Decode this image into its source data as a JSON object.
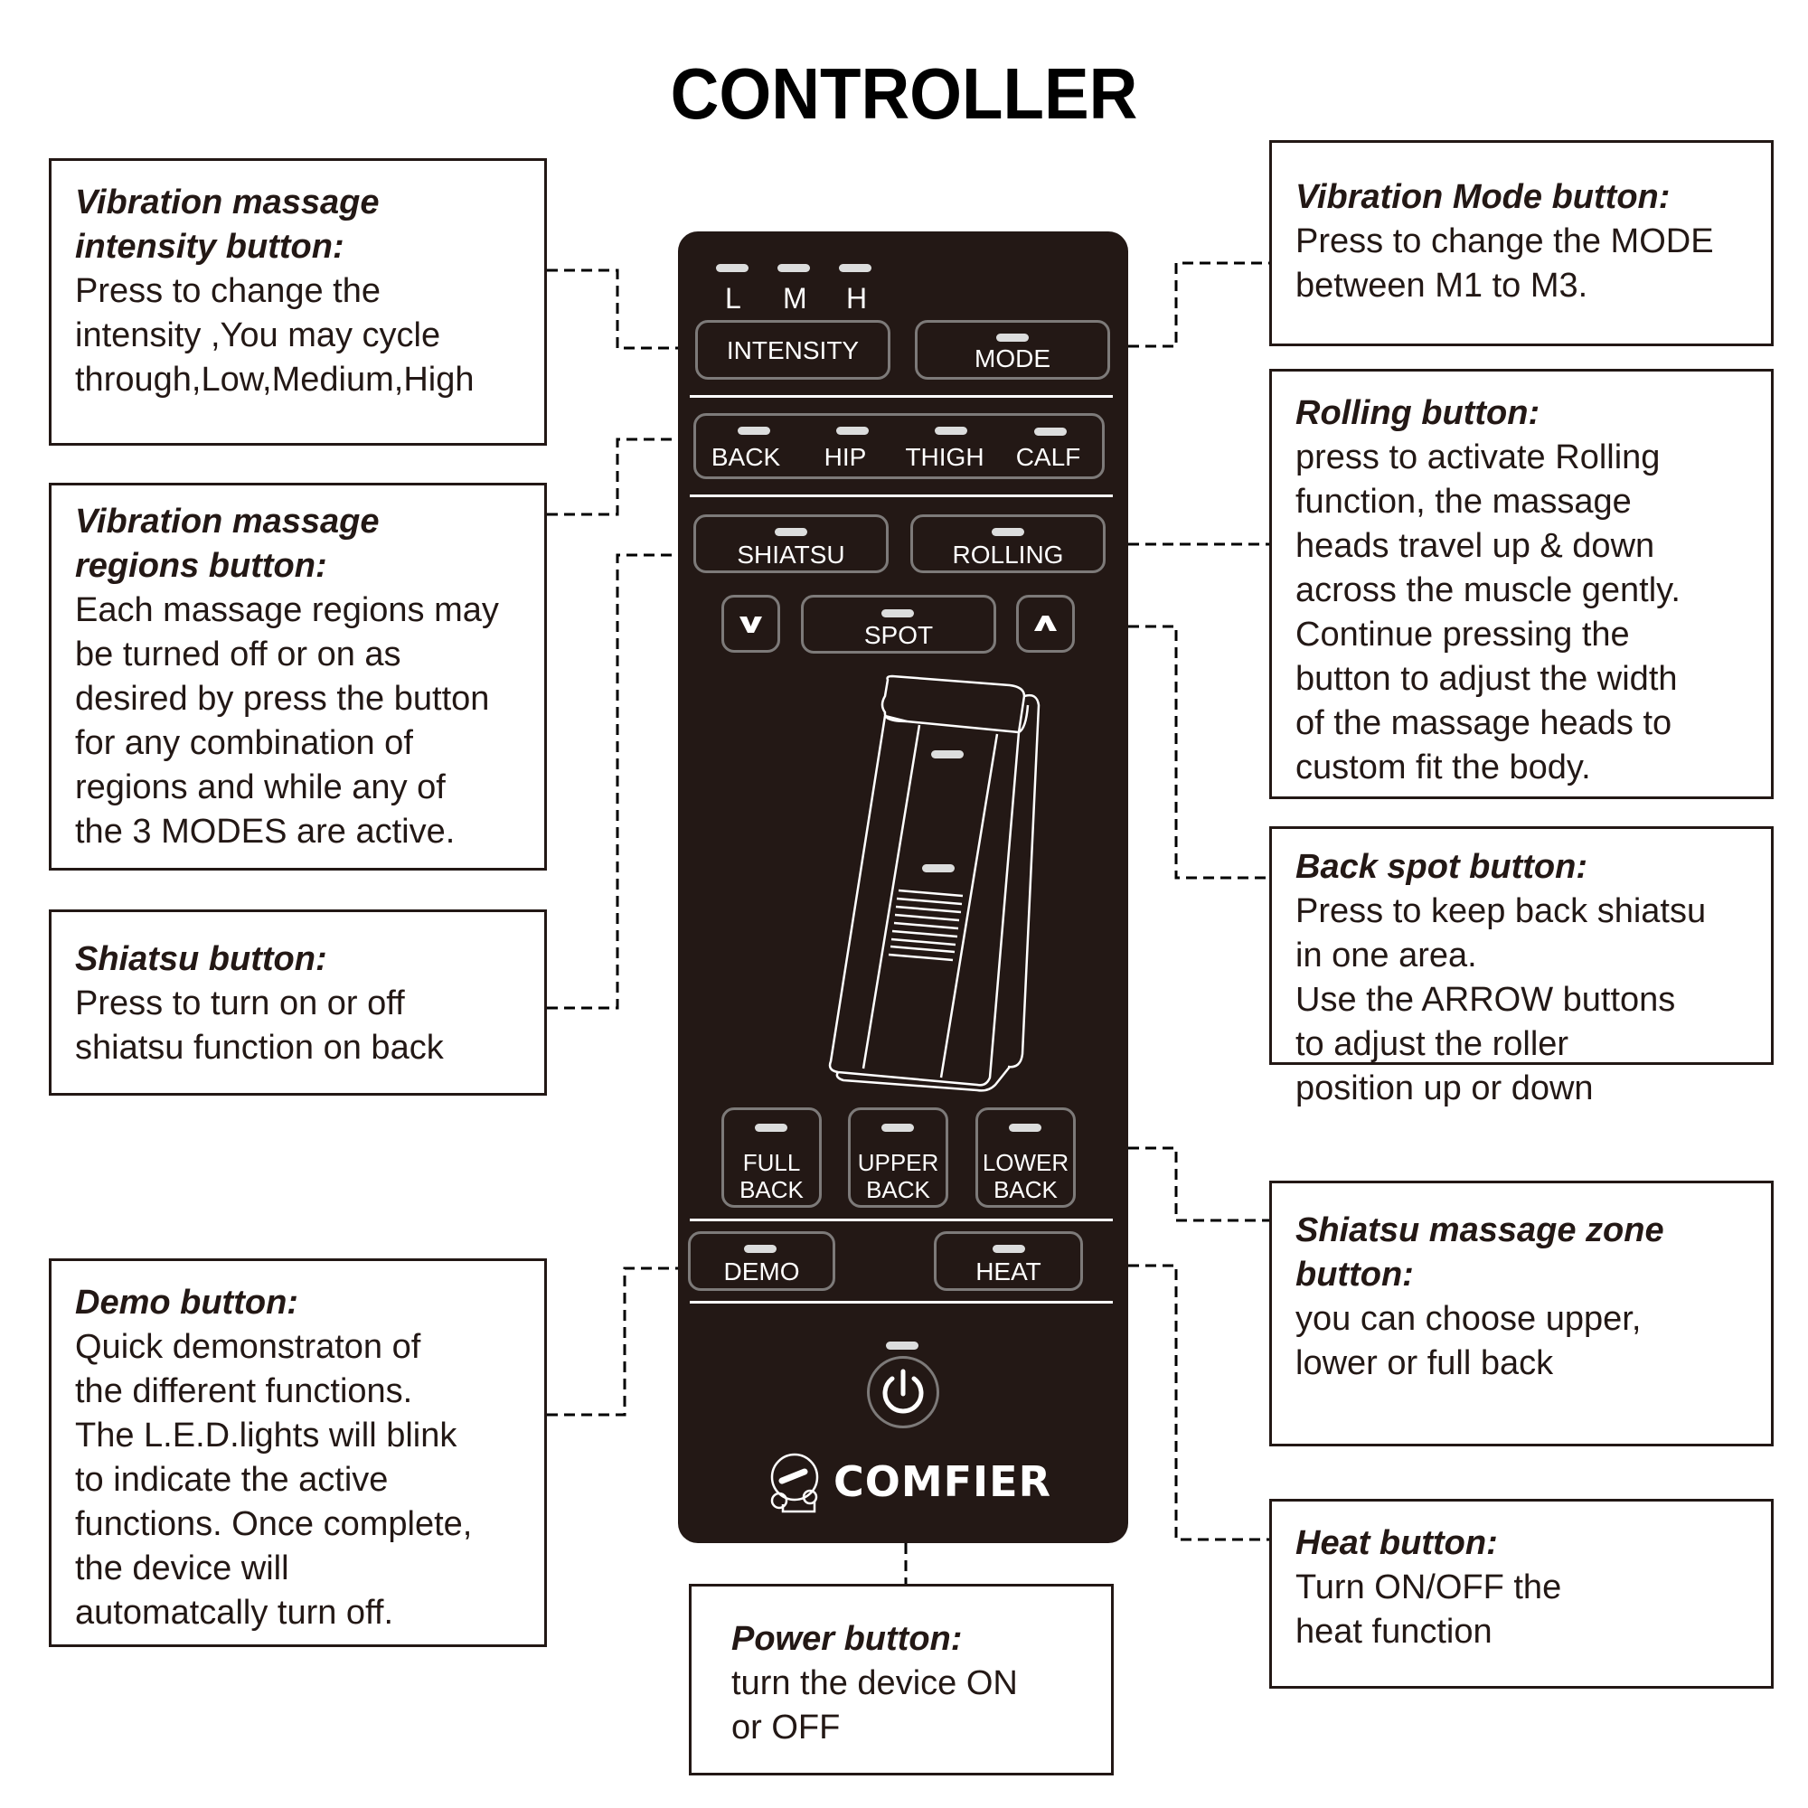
{
  "title": "CONTROLLER",
  "controller": {
    "intensity_levels": [
      "L",
      "M",
      "H"
    ],
    "buttons": {
      "intensity": "INTENSITY",
      "mode": "MODE",
      "regions": [
        "BACK",
        "HIP",
        "THIGH",
        "CALF"
      ],
      "shiatsu": "SHIATSU",
      "rolling": "ROLLING",
      "down_arrow_icon": "chevron-down-icon",
      "spot": "SPOT",
      "up_arrow_icon": "chevron-up-icon",
      "zones": [
        {
          "line1": "FULL",
          "line2": "BACK"
        },
        {
          "line1": "UPPER",
          "line2": "BACK"
        },
        {
          "line1": "LOWER",
          "line2": "BACK"
        }
      ],
      "demo": "DEMO",
      "heat": "HEAT",
      "power_icon": "power-icon"
    },
    "brand": "COMFIER",
    "colors": {
      "panel": "#231815",
      "led": "#dcdddd",
      "button_border": "#7d7a79"
    }
  },
  "callouts": {
    "intensity": {
      "head": "Vibration massage\nintensity button:",
      "body": "Press to change the\nintensity ,You may cycle\nthrough,Low,Medium,High"
    },
    "regions": {
      "head": "Vibration massage\nregions button:",
      "body": "Each massage regions may\nbe turned off or on as\ndesired by press the button\nfor any combination of\nregions and while any of\nthe 3 MODES are active."
    },
    "shiatsu": {
      "head": "Shiatsu button:",
      "body": "Press to turn on or off\nshiatsu function on back"
    },
    "demo": {
      "head": "Demo button:",
      "body": "Quick demonstraton of\nthe different functions.\nThe L.E.D.lights will blink\nto indicate the active\nfunctions. Once complete,\nthe device will\nautomatcally turn off."
    },
    "power": {
      "head": "Power button:",
      "body": "turn the device ON\nor OFF"
    },
    "mode": {
      "head": "Vibration Mode button:",
      "body": "Press to change the MODE\nbetween M1 to M3."
    },
    "rolling": {
      "head": "Rolling button:",
      "body": "press to activate Rolling\nfunction, the massage\nheads travel up & down\nacross the muscle gently.\nContinue pressing the\nbutton to adjust the width\nof the massage heads to\ncustom fit the body."
    },
    "spot": {
      "head": "Back spot button:",
      "body": "Press to keep back shiatsu\nin one area.\nUse the ARROW buttons\nto adjust the roller\nposition up or down"
    },
    "zone": {
      "head": "Shiatsu massage zone\nbutton:",
      "body": "you can choose upper,\nlower or full back"
    },
    "heat": {
      "head": "Heat button:",
      "body": "Turn ON/OFF the\nheat function"
    }
  }
}
